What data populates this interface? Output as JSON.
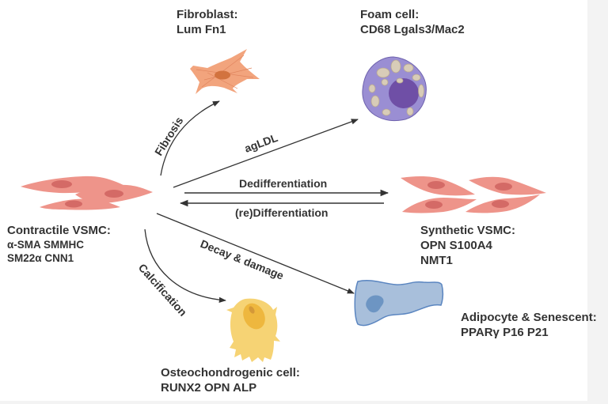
{
  "diagram": {
    "nodes": {
      "contractile": {
        "title": "Contractile VSMC:",
        "markers": [
          "α-SMA  SMMHC",
          "SM22α  CNN1"
        ],
        "color": "#ea8a80"
      },
      "fibroblast": {
        "title": "Fibroblast:",
        "markers": [
          "Lum  Fn1"
        ],
        "color": "#f1a57d"
      },
      "foam": {
        "title": "Foam cell:",
        "markers": [
          "CD68   Lgals3/Mac2"
        ],
        "color": "#8f82c9"
      },
      "synthetic": {
        "title": "Synthetic VSMC:",
        "markers": [
          "OPN  S100A4",
          "NMT1"
        ],
        "color": "#ea8a80"
      },
      "adipocyte": {
        "title": "Adipocyte & Senescent:",
        "markers": [
          "PPARγ  P16  P21"
        ],
        "color": "#a7bedc"
      },
      "osteo": {
        "title": "Osteochondrogenic cell:",
        "markers": [
          "RUNX2  OPN  ALP"
        ],
        "color": "#f5d06e"
      }
    },
    "edges": [
      {
        "id": "fibrosis",
        "label": "Fibrosis",
        "from": "contractile",
        "to": "fibroblast"
      },
      {
        "id": "agldl",
        "label": "agLDL",
        "from": "contractile",
        "to": "foam"
      },
      {
        "id": "dedifferentiation",
        "label": "Dedifferentiation",
        "from": "contractile",
        "to": "synthetic"
      },
      {
        "id": "redifferentiation",
        "label": "(re)Differentiation",
        "from": "synthetic",
        "to": "contractile"
      },
      {
        "id": "decay",
        "label": "Decay & damage",
        "from": "contractile",
        "to": "adipocyte"
      },
      {
        "id": "calcification",
        "label": "Calcification",
        "from": "contractile",
        "to": "osteo"
      }
    ]
  }
}
